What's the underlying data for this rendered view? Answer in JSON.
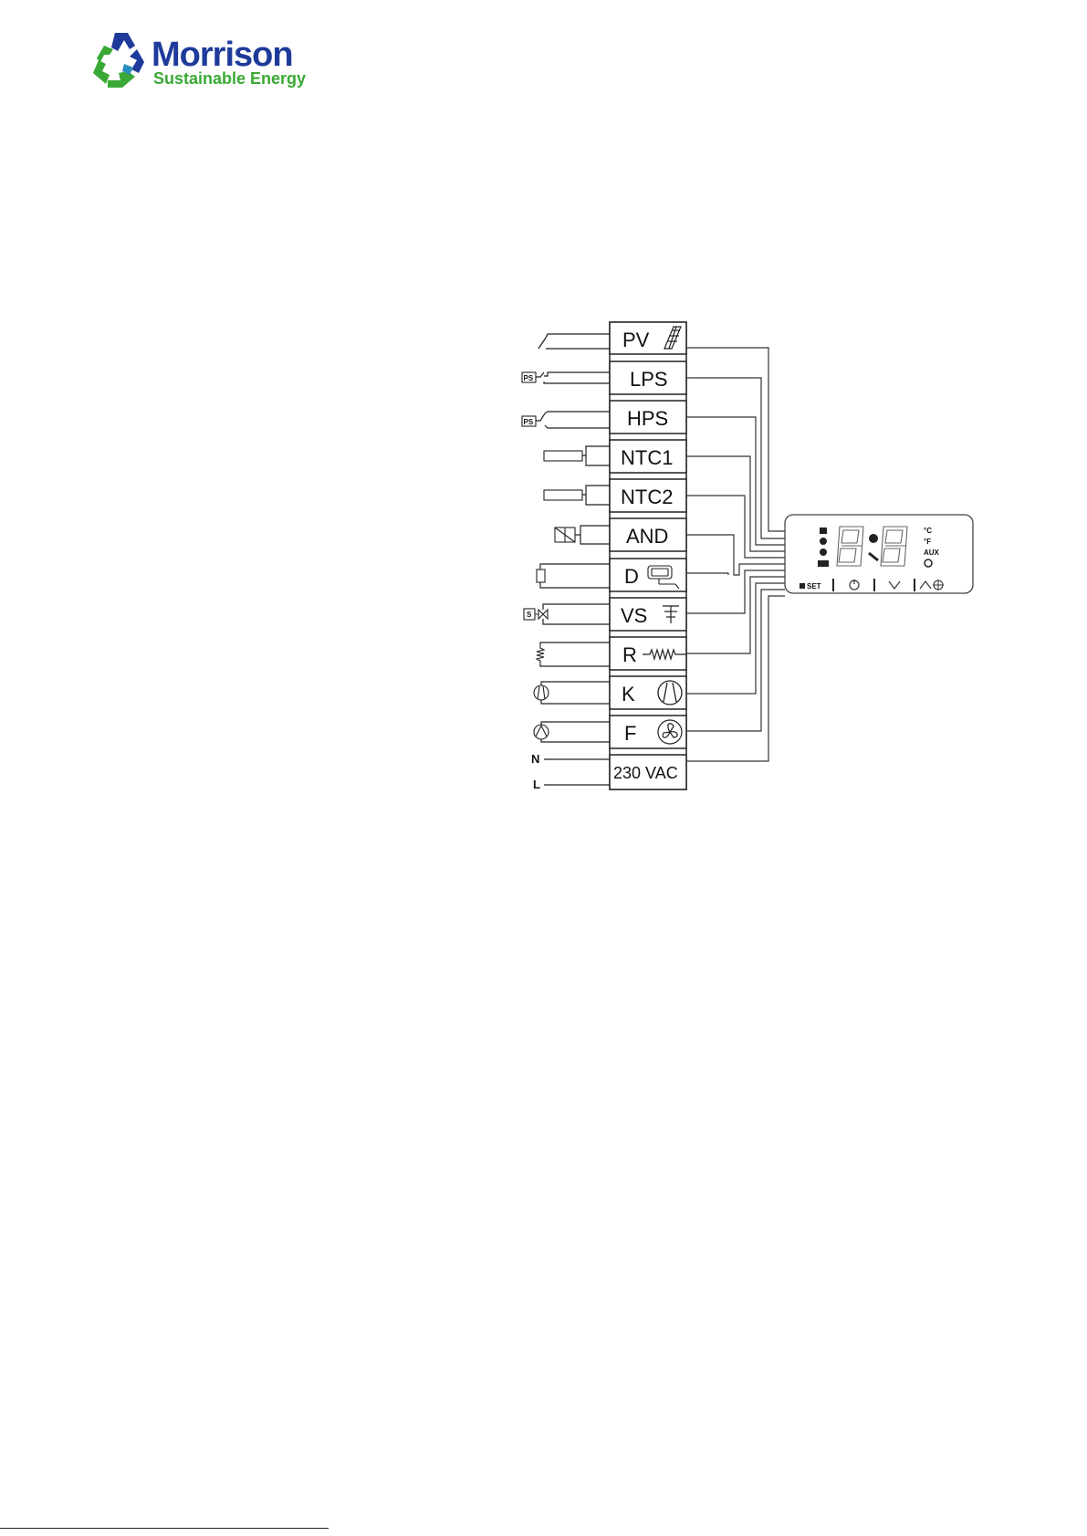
{
  "logo": {
    "name": "Morrison",
    "tagline": "Sustainable Energy",
    "colors": {
      "blue": "#1e3a9a",
      "green": "#3aa935"
    }
  },
  "terminals": [
    {
      "id": "pv",
      "label": "PV",
      "icon": "solar-panel-icon",
      "left_symbol": "switch-icon"
    },
    {
      "id": "lps",
      "label": "LPS",
      "icon": "",
      "left_symbol": "pressure-switch-icon",
      "left_text": "PS"
    },
    {
      "id": "hps",
      "label": "HPS",
      "icon": "",
      "left_symbol": "pressure-switch-icon",
      "left_text": "PS"
    },
    {
      "id": "ntc1",
      "label": "NTC1",
      "icon": "",
      "left_symbol": "probe-icon"
    },
    {
      "id": "ntc2",
      "label": "NTC2",
      "icon": "",
      "left_symbol": "probe-icon"
    },
    {
      "id": "and",
      "label": "AND",
      "icon": "",
      "left_symbol": "anode-icon"
    },
    {
      "id": "d",
      "label": "D",
      "icon": "display-icon",
      "left_symbol": "relay-icon"
    },
    {
      "id": "vs",
      "label": "VS",
      "icon": "valve-icon",
      "left_symbol": "solenoid-valve-icon",
      "left_text": "S"
    },
    {
      "id": "r",
      "label": "R",
      "icon": "resistor-icon",
      "left_symbol": "heater-icon"
    },
    {
      "id": "k",
      "label": "K",
      "icon": "compressor-icon",
      "left_symbol": "compressor-icon"
    },
    {
      "id": "f",
      "label": "F",
      "icon": "fan-icon",
      "left_symbol": "fan-icon"
    },
    {
      "id": "power",
      "label": "230 VAC",
      "icon": "",
      "left_symbol": ""
    }
  ],
  "power_lines": {
    "neutral": "N",
    "live": "L"
  },
  "controller": {
    "left_icons": [
      "snowflake-icon",
      "fan-small-icon",
      "water-icon",
      "battery-icon"
    ],
    "right_icons": {
      "celsius": "°C",
      "fahrenheit": "°F",
      "aux": "AUX",
      "clock": "clock-icon"
    },
    "center_icons": [
      "solar-icon",
      "wrench-icon"
    ],
    "buttons": {
      "set": "SET",
      "lock": "lock-icon",
      "power": "power-icon",
      "down": "down-icon",
      "up": "up-icon",
      "defrost": "defrost-icon"
    }
  }
}
